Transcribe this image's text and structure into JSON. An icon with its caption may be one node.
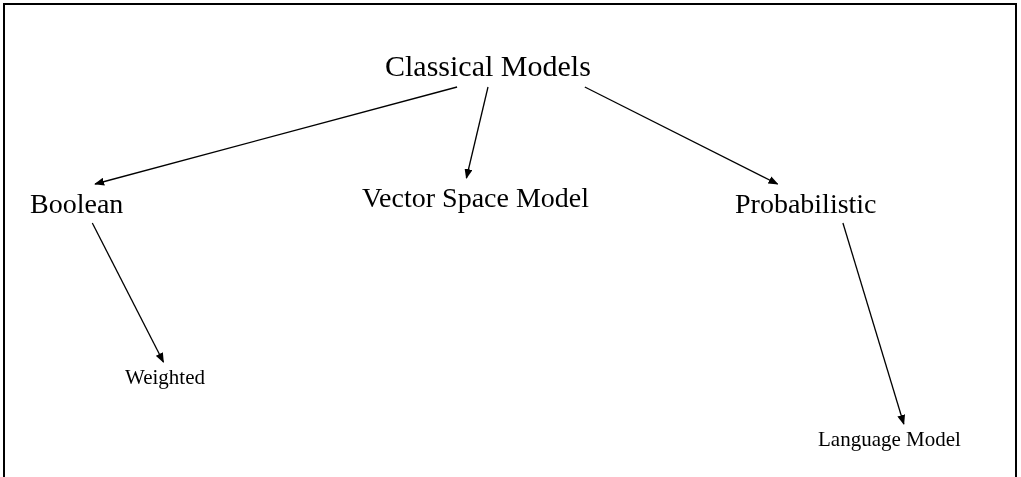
{
  "diagram": {
    "nodes": [
      {
        "text": [
          "Classical Models"
        ]
      },
      {
        "text": [
          "Boolean"
        ]
      },
      {
        "text": [
          "Vector Space Model"
        ]
      },
      {
        "text": [
          "Probabilistic"
        ]
      },
      {
        "text": [
          "Weighted"
        ]
      },
      {
        "text": [
          "Language Model"
        ]
      }
    ],
    "edges": [
      {
        "from": 0,
        "to": 1,
        "arrow": "to"
      },
      {
        "from": 0,
        "to": 2,
        "arrow": "to"
      },
      {
        "from": 0,
        "to": 3,
        "arrow": "to"
      },
      {
        "from": 1,
        "to": 4,
        "arrow": "to"
      },
      {
        "from": 3,
        "to": 5,
        "arrow": "to"
      }
    ]
  }
}
